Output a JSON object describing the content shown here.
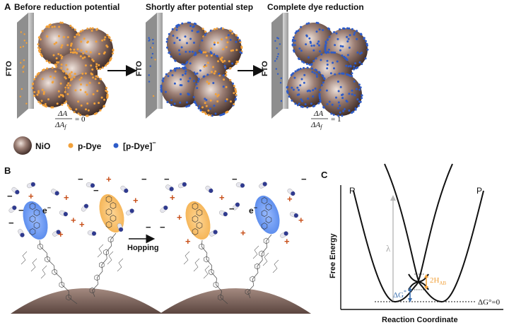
{
  "colors": {
    "nio": "#8a6c63",
    "p_dye": "#f2a13a",
    "reduced_dye": "#2d5bc8",
    "electrolyte_plus": "#c8501a",
    "minus": "#222222",
    "lambda": "#b8b8b8",
    "delta_g": "#3a6fb0",
    "coupling": "#f2a13a"
  },
  "panelA": {
    "letter": "A",
    "stage1_title": "Before reduction potential",
    "stage2_title": "Shortly after potential step",
    "stage3_title": "Complete dye reduction",
    "fto_label": "FTO",
    "eq0": "= 0",
    "eq1": "= 1",
    "frac_num": "ΔA",
    "frac_den": "ΔA",
    "frac_den_sub": "f",
    "legend": {
      "nio": "NiO",
      "pdye": "p-Dye",
      "reduced_main": "[p-Dye]",
      "reduced_sup": "−"
    }
  },
  "panelB": {
    "letter": "B",
    "hopping": "Hopping",
    "electron": "e",
    "electron_sup": "−",
    "plus": "+",
    "minus": "−"
  },
  "panelC": {
    "letter": "C",
    "R": "R",
    "P": "P",
    "y_axis": "Free Energy",
    "x_axis": "Reaction Coordinate",
    "lambda": "λ",
    "hab_label": "2H",
    "hab_sub": "AB",
    "dg_label": "ΔG",
    "dg_sup": "*",
    "dg0": "ΔG°=0"
  }
}
